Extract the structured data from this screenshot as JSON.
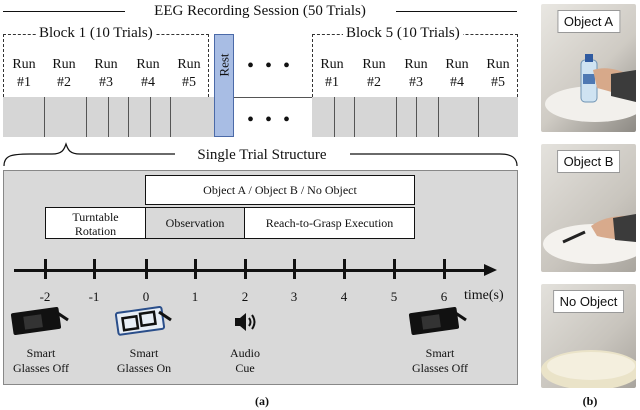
{
  "session": {
    "title": "EEG Recording Session (50 Trials)"
  },
  "blocks": [
    {
      "label": "Block 1 (10 Trials)"
    },
    {
      "label": "Block 5 (10 Trials)"
    }
  ],
  "runs_block1": [
    {
      "word": "Run",
      "num": "#1"
    },
    {
      "word": "Run",
      "num": "#2"
    },
    {
      "word": "Run",
      "num": "#3"
    },
    {
      "word": "Run",
      "num": "#4"
    },
    {
      "word": "Run",
      "num": "#5"
    }
  ],
  "runs_block5": [
    {
      "word": "Run",
      "num": "#1"
    },
    {
      "word": "Run",
      "num": "#2"
    },
    {
      "word": "Run",
      "num": "#3"
    },
    {
      "word": "Run",
      "num": "#4"
    },
    {
      "word": "Run",
      "num": "#5"
    }
  ],
  "rest_label": "Rest",
  "ellipsis": "• • •",
  "trial": {
    "title": "Single Trial Structure",
    "condition_label": "Object A / Object B / No Object",
    "phases": {
      "turntable": [
        "Turntable",
        "Rotation"
      ],
      "observation": "Observation",
      "execution": "Reach-to-Grasp Execution"
    },
    "ticks": [
      "-2",
      "-1",
      "0",
      "1",
      "2",
      "3",
      "4",
      "5",
      "6"
    ],
    "time_label": "time(s)",
    "events": [
      {
        "line1": "Smart",
        "line2": "Glasses Off",
        "icon": "smart-glasses-dark-icon"
      },
      {
        "line1": "Smart",
        "line2": "Glasses On",
        "icon": "smart-glasses-clear-icon"
      },
      {
        "line1": "Audio",
        "line2": "Cue",
        "icon": "speaker-icon"
      },
      {
        "line1": "Smart",
        "line2": "Glasses Off",
        "icon": "smart-glasses-dark-icon"
      }
    ]
  },
  "captions": {
    "a": "(a)",
    "b": "(b)"
  },
  "photos": [
    {
      "label": "Object A"
    },
    {
      "label": "Object B"
    },
    {
      "label": "No Object"
    }
  ]
}
